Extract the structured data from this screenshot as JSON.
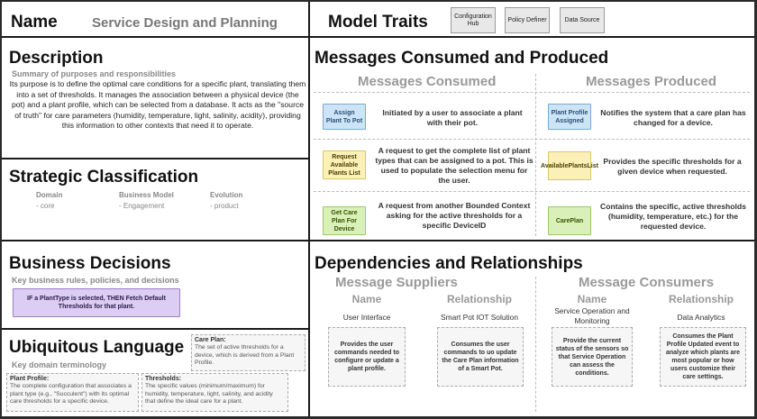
{
  "header": {
    "name_label": "Name",
    "name_value": "Service Design and Planning",
    "traits_label": "Model Traits",
    "traits": [
      "Configuration Hub",
      "Policy Definer",
      "Data Source"
    ]
  },
  "description": {
    "heading": "Description",
    "subheading": "Summary of purposes and responsibilities",
    "text": "Its purpose is to define the optimal care conditions for a specific plant, translating them into a set of thresholds. It manages the association between a physical device (the pot) and a plant profile, which can be selected from a database. It acts as the \"source of truth\" for care parameters (humidity, temperature, light, salinity, acidity), providing this information to other contexts that need it to operate."
  },
  "strategic": {
    "heading": "Strategic Classification",
    "domain_label": "Domain",
    "domain_value": "- core",
    "business_model_label": "Business Model",
    "business_model_value": "- Engagement",
    "evolution_label": "Evolution",
    "evolution_value": "- product"
  },
  "business_decisions": {
    "heading": "Business Decisions",
    "subheading": "Key business rules, policies, and decisions",
    "rule": "IF a PlantType is selected, THEN Fetch Default Thresholds for that plant."
  },
  "ubiquitous": {
    "heading": "Ubiquitous Language",
    "subheading": "Key domain terminology",
    "terms": [
      {
        "term": "Care Plan:",
        "definition": "The set of active thresholds for a device, which is derived from a Plant Profile."
      },
      {
        "term": "Plant Profile:",
        "definition": "The complete configuration that associates a plant type (e.g., \"Succulent\") with its optimal care thresholds for a specific device."
      },
      {
        "term": "Thresholds:",
        "definition": "The specific values (minimum/maximum) for humidity, temperature, light, salinity, and acidity that define the ideal care for a plant."
      }
    ]
  },
  "messages": {
    "heading": "Messages Consumed and Produced",
    "consumed_heading": "Messages Consumed",
    "produced_heading": "Messages Produced",
    "consumed": [
      {
        "name": "Assign Plant To Pot",
        "description": "Initiated by a user to associate a plant with their pot."
      },
      {
        "name": "Request Available Plants List",
        "description": "A request to get the complete list of plant types that can be assigned to a pot. This is used to populate the selection menu for the user."
      },
      {
        "name": "Get Care Plan For Device",
        "description": "A request from another Bounded Context asking for the active thresholds for a specific DeviceID"
      }
    ],
    "produced": [
      {
        "name": "Plant Profile Assigned",
        "description": "Notifies the system that a care plan has changed for a device."
      },
      {
        "name": "AvailablePlantsList",
        "description": "Provides the specific thresholds for a given device when requested."
      },
      {
        "name": "CarePlan",
        "description": "Contains the specific, active thresholds (humidity, temperature, etc.) for the requested device."
      }
    ]
  },
  "dependencies": {
    "heading": "Dependencies and Relationships",
    "suppliers_heading": "Message Suppliers",
    "consumers_heading": "Message Consumers",
    "name_col": "Name",
    "relationship_col": "Relationship",
    "suppliers": [
      {
        "name": "User Interface",
        "relationship": "Smart Pot IOT Solution",
        "name_note": "Provides the user commands needed to configure or update a plant profile.",
        "relationship_note": "Consumes the user commands to uo update the Care Plan information of a Smart Pot."
      }
    ],
    "consumers": [
      {
        "name": "Service Operation and Monitoring",
        "relationship": "Data Analytics",
        "name_note": "Provide the current status of the sensors so that Service Operation can assess the conditions.",
        "relationship_note": "Consumes the Plant Profile Updated event to analyze which plants are most popular or how users customize their care settings."
      }
    ]
  }
}
